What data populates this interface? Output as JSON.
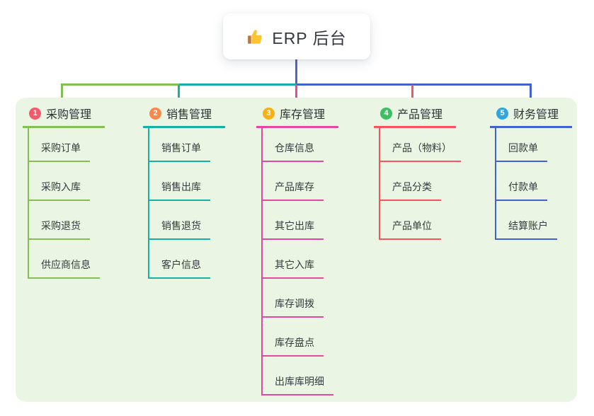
{
  "root": {
    "title": "ERP 后台",
    "icon": "thumbs-up-icon"
  },
  "colors": {
    "root_connector": "#5165ce",
    "panel_bg": "#eaf6e3",
    "text": "#35383d",
    "icon_hand": "#fbc433",
    "icon_sleeve": "#b9793d"
  },
  "branches": [
    {
      "badge": "1",
      "title": "采购管理",
      "badge_color": "#f7586b",
      "line_color": "#83bf53",
      "children": [
        "采购订单",
        "采购入库",
        "采购退货",
        "供应商信息"
      ]
    },
    {
      "badge": "2",
      "title": "销售管理",
      "badge_color": "#f8884b",
      "line_color": "#17b1a4",
      "children": [
        "销售订单",
        "销售出库",
        "销售退货",
        "客户信息"
      ]
    },
    {
      "badge": "3",
      "title": "库存管理",
      "badge_color": "#f9b016",
      "line_color": "#e34a9f",
      "children": [
        "仓库信息",
        "产品库存",
        "其它出库",
        "其它入库",
        "库存调拨",
        "库存盘点",
        "出库库明细"
      ]
    },
    {
      "badge": "4",
      "title": "产品管理",
      "badge_color": "#3cbe63",
      "line_color": "#f8535e",
      "children": [
        "产品（物料）",
        "产品分类",
        "产品单位"
      ]
    },
    {
      "badge": "5",
      "title": "财务管理",
      "badge_color": "#32a6dc",
      "line_color": "#4263cf",
      "children": [
        "回款单",
        "付款单",
        "结算账户"
      ]
    }
  ]
}
